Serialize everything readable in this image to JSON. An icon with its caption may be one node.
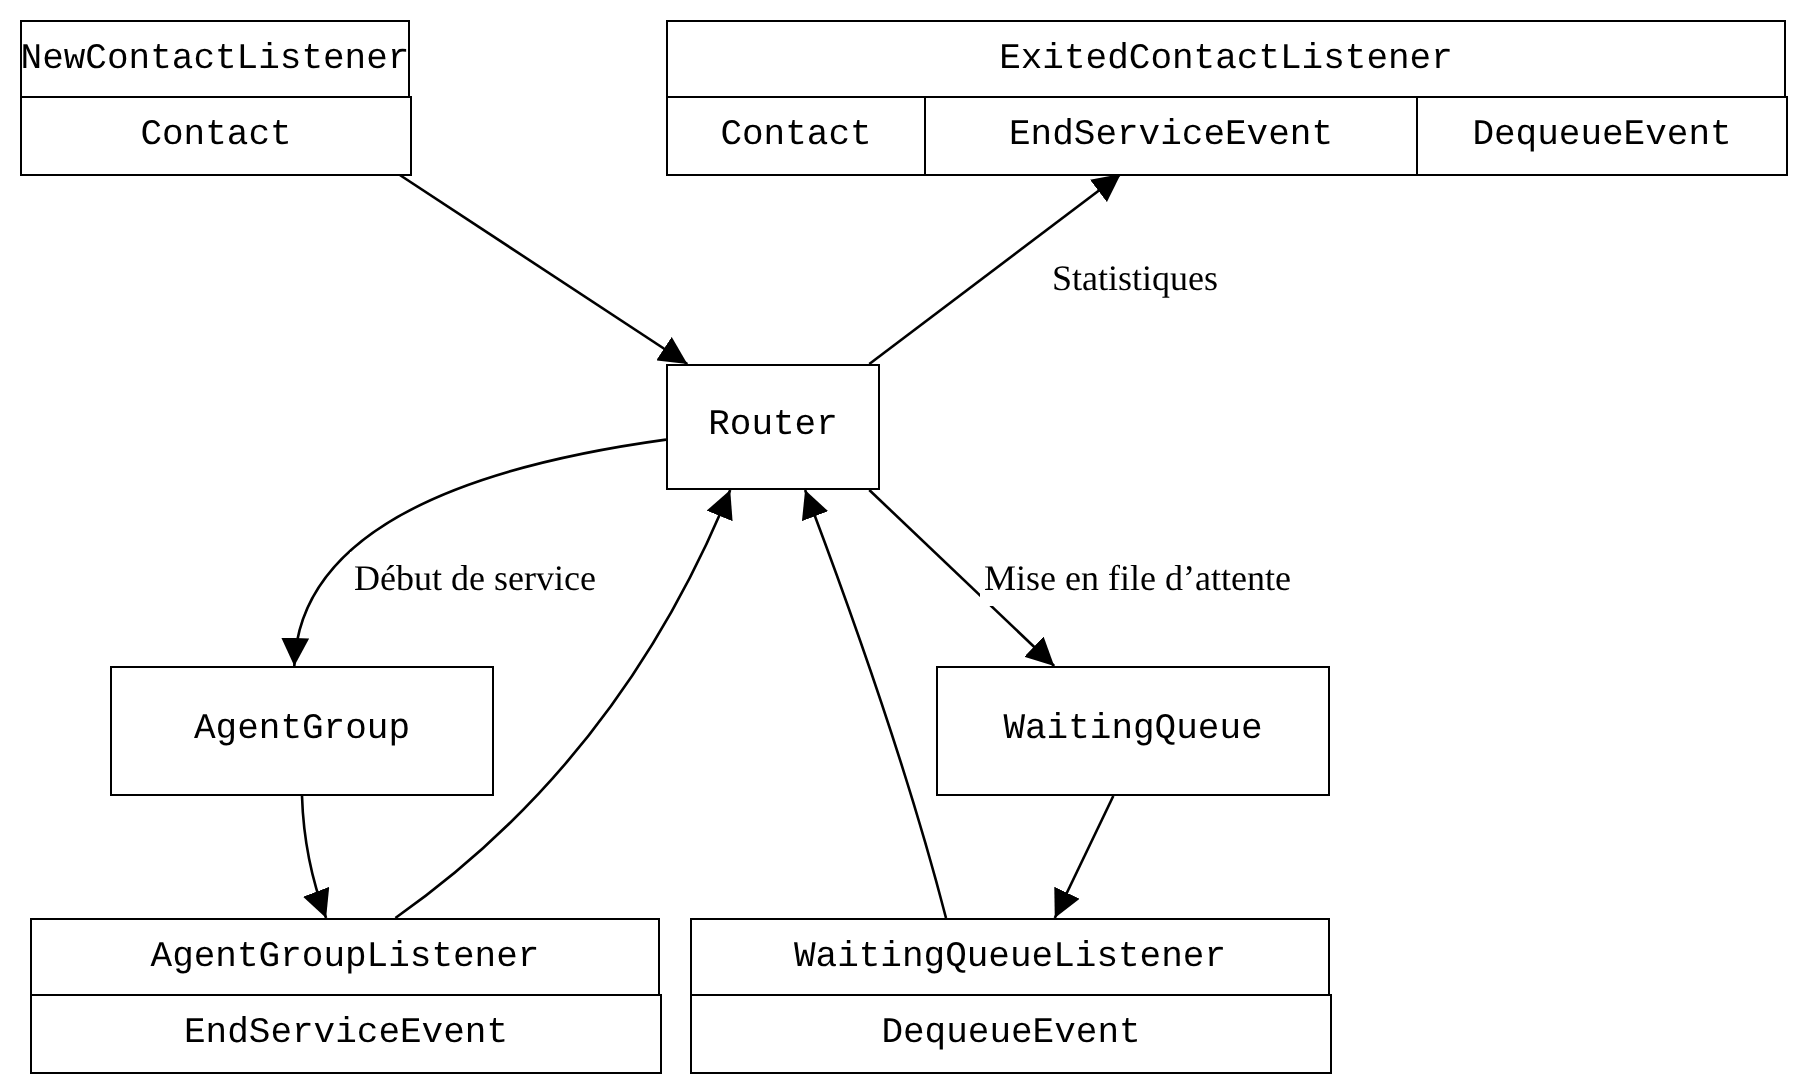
{
  "diagram": {
    "nodes": [
      {
        "text": [
          "NewContactListener"
        ]
      },
      {
        "text": [
          "Contact"
        ],
        "in": 0
      },
      {
        "text": [
          "ExitedContactListener"
        ]
      },
      {
        "text": [
          "Contact"
        ],
        "in": 2
      },
      {
        "text": [
          "EndServiceEvent"
        ],
        "in": 2
      },
      {
        "text": [
          "DequeueEvent"
        ],
        "in": 2
      },
      {
        "text": [
          "Router"
        ]
      },
      {
        "text": [
          "AgentGroup"
        ]
      },
      {
        "text": [
          "WaitingQueue"
        ]
      },
      {
        "text": [
          "AgentGroupListener"
        ]
      },
      {
        "text": [
          "EndServiceEvent"
        ],
        "in": 9
      },
      {
        "text": [
          "WaitingQueueListener"
        ]
      },
      {
        "text": [
          "DequeueEvent"
        ],
        "in": 11
      }
    ],
    "edges": [
      {
        "from": 1,
        "to": 6,
        "arrow": "to"
      },
      {
        "from": 6,
        "to": 4,
        "arrow": "to",
        "label": "Statistiques"
      },
      {
        "from": 6,
        "to": 7,
        "arrow": "to",
        "label": "Début de service"
      },
      {
        "from": 6,
        "to": 8,
        "arrow": "to",
        "label": "Mise en file d’attente"
      },
      {
        "from": 7,
        "to": 9,
        "arrow": "to"
      },
      {
        "from": 9,
        "to": 6,
        "arrow": "to"
      },
      {
        "from": 8,
        "to": 11,
        "arrow": "to"
      },
      {
        "from": 11,
        "to": 6,
        "arrow": "to"
      }
    ]
  }
}
